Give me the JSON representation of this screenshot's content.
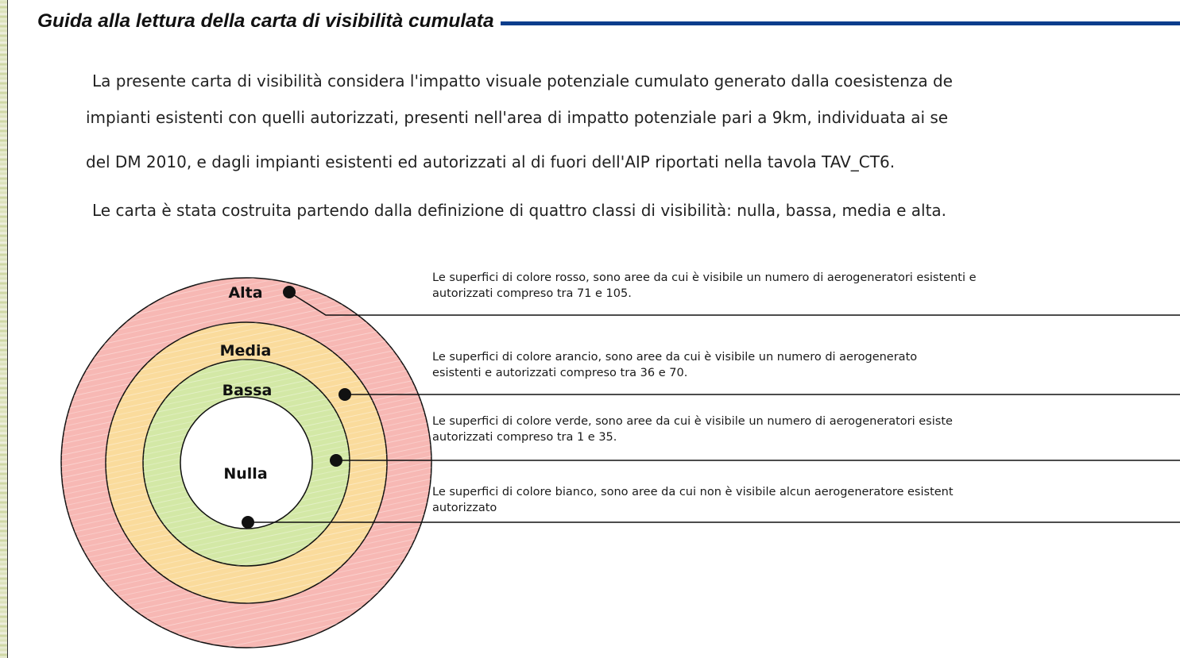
{
  "header": {
    "title": "Guida alla lettura della carta di visibilità cumulata"
  },
  "intro": {
    "line1": "La presente carta di visibilità considera l'impatto visuale potenziale cumulato generato dalla coesistenza de",
    "line2": "impianti esistenti con quelli autorizzati, presenti nell'area di impatto potenziale pari a 9km, individuata ai se",
    "line3": "del DM 2010, e dagli impianti esistenti ed autorizzati al di fuori dell'AIP riportati nella tavola TAV_CT6.",
    "line4": "Le carta è stata costruita partendo dalla definizione di quattro classi di visibilità:  nulla, bassa, media e alta."
  },
  "colors": {
    "alta": "#f7b8b4",
    "media": "#fadb9c",
    "bassa": "#d3e8a6",
    "nulla": "#ffffff",
    "header_rule": "#0b3d8c"
  },
  "classes": [
    {
      "label": "Alta",
      "desc_line1": "Le superfici di colore rosso, sono aree da cui è visibile un numero di aerogeneratori esistenti e",
      "desc_line2": "autorizzati compreso tra 71 e 105."
    },
    {
      "label": "Media",
      "desc_line1": "Le superfici di colore arancio,  sono aree da cui è visibile un numero di aerogenerato",
      "desc_line2": "esistenti e autorizzati compreso tra 36 e 70."
    },
    {
      "label": "Bassa",
      "desc_line1": "Le superfici di colore verde,  sono aree da cui è visibile un numero di aerogeneratori esiste",
      "desc_line2": "autorizzati compreso tra 1 e 35."
    },
    {
      "label": "Nulla",
      "desc_line1": "Le superfici di colore bianco, sono aree da cui non è visibile alcun aerogeneratore esistent",
      "desc_line2": "autorizzato"
    }
  ]
}
